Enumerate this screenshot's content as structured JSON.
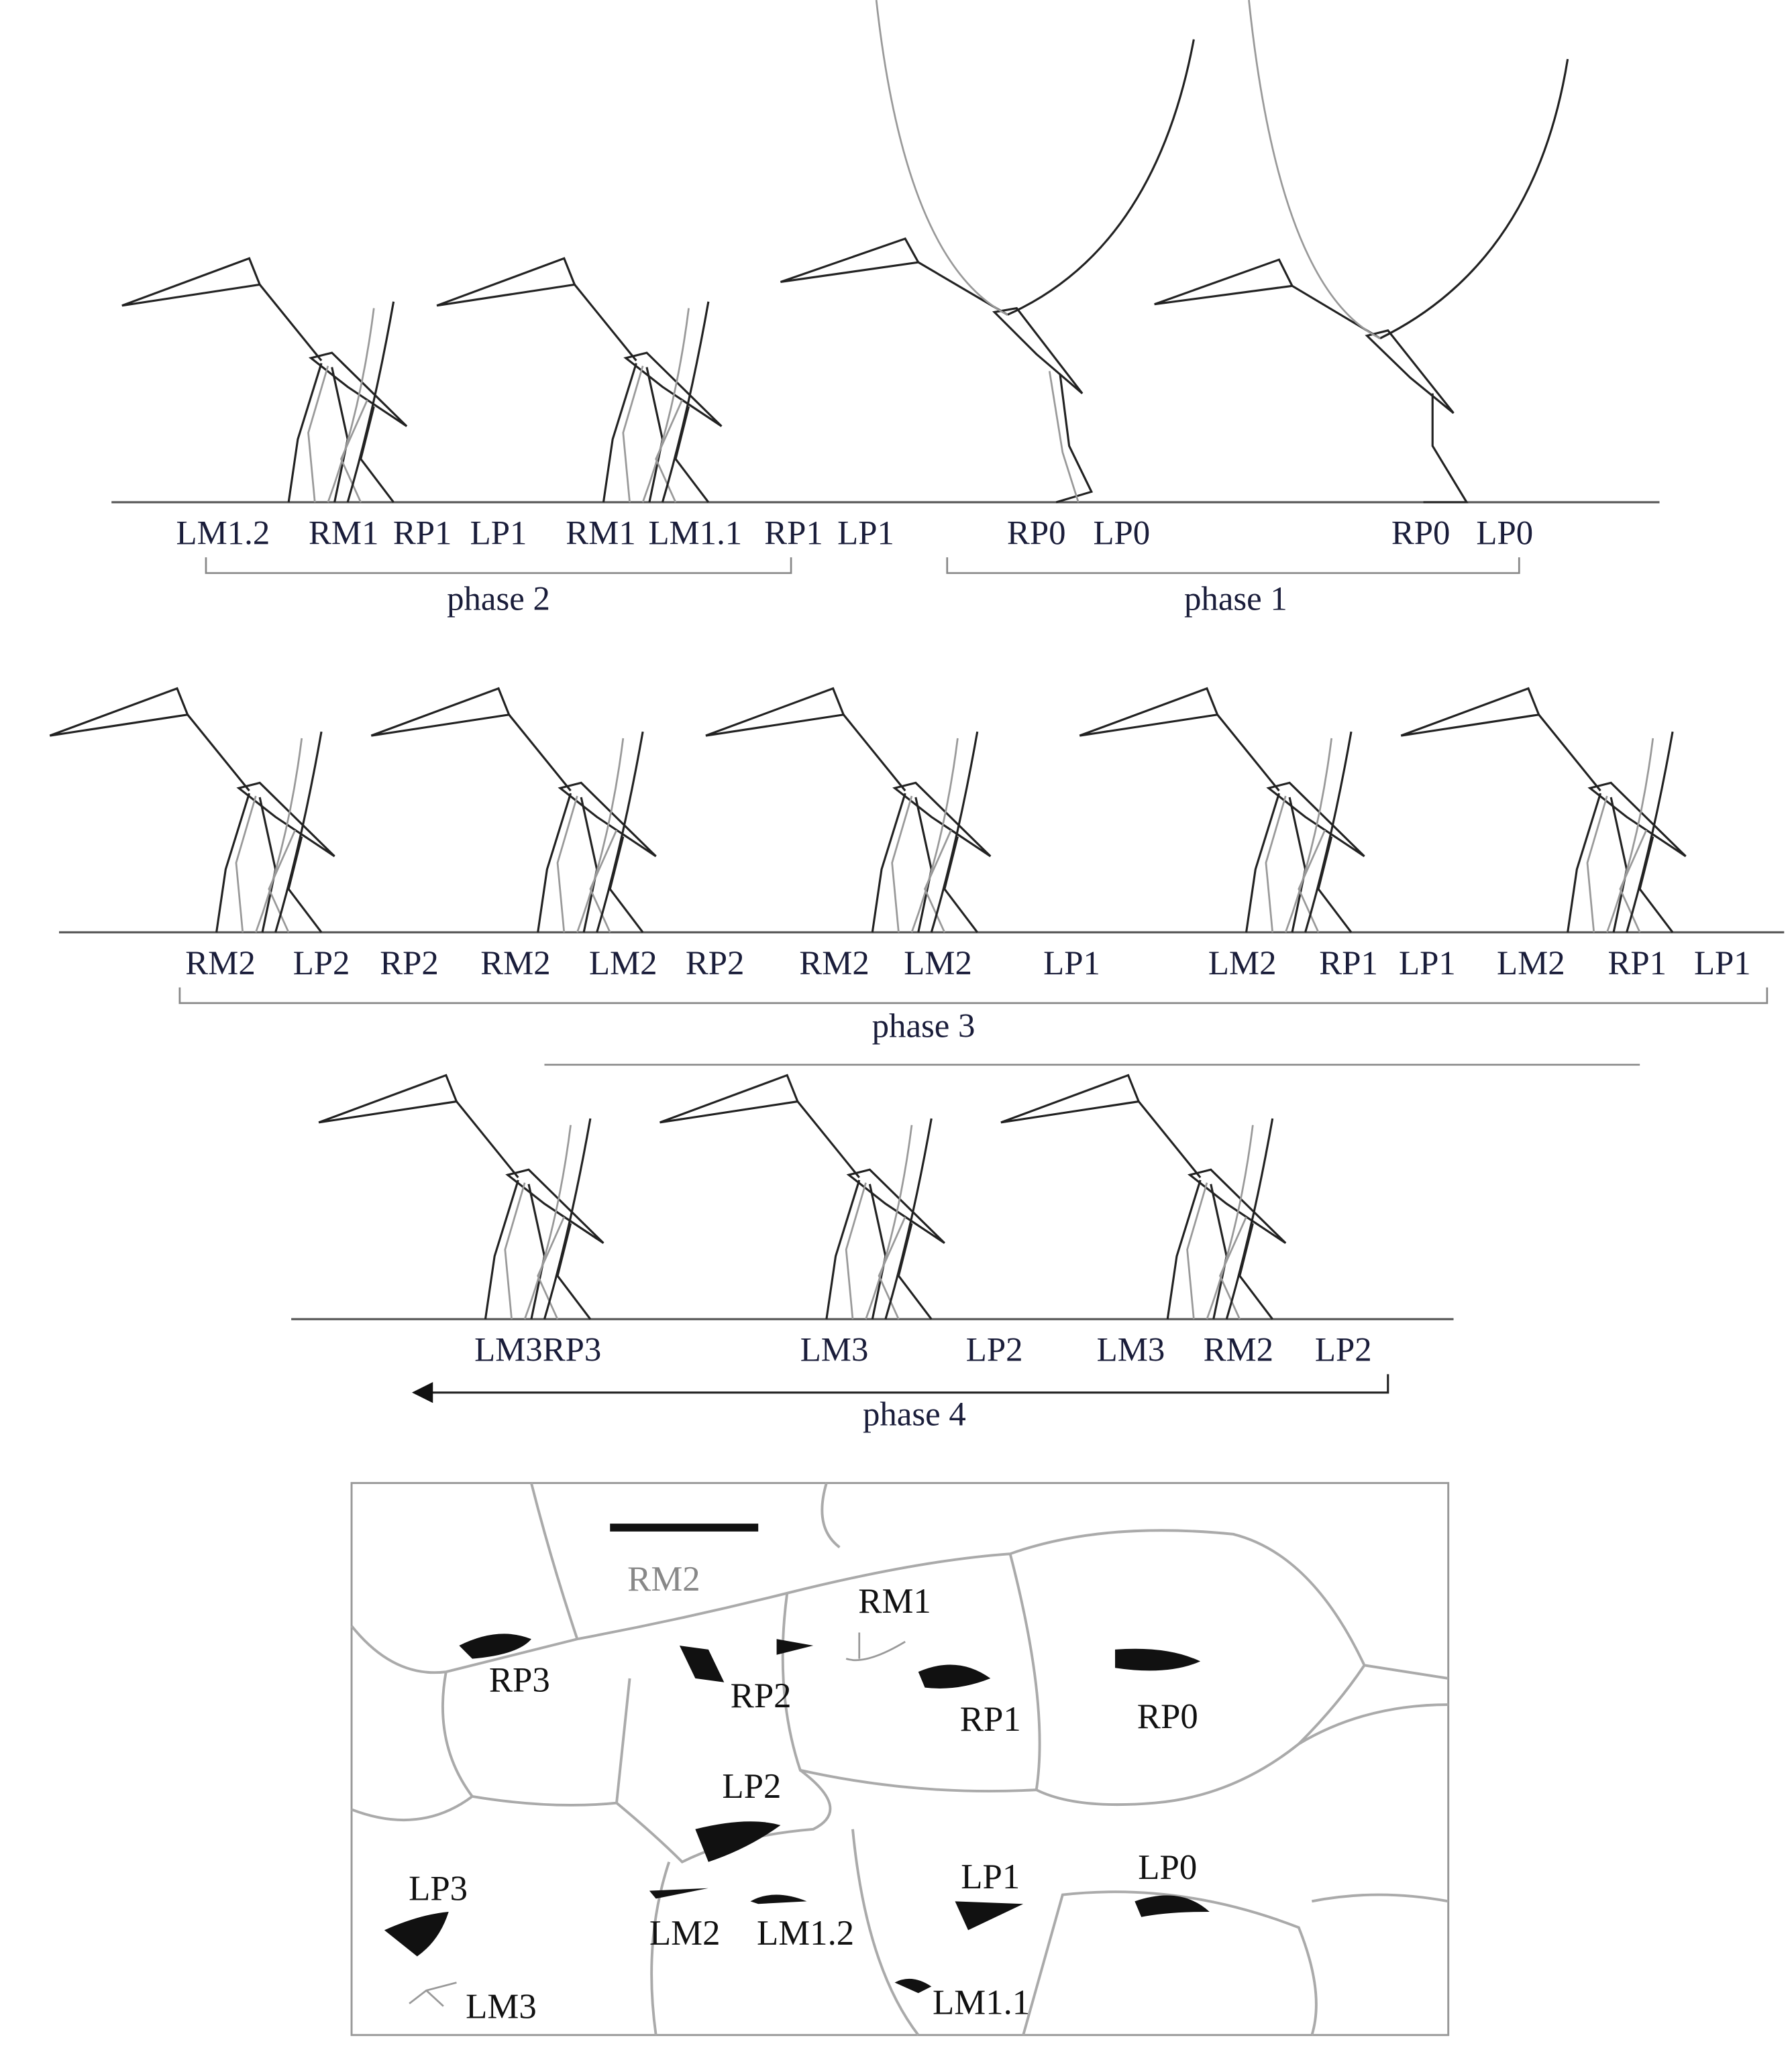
{
  "figure": {
    "row1": {
      "labels": [
        "LM1.2",
        "RM1",
        "RP1",
        "LP1",
        "RM1",
        "LM1.1",
        "RP1",
        "LP1",
        "RP0",
        "LP0",
        "RP0",
        "LP0"
      ],
      "phase_left": "phase 2",
      "phase_right": "phase 1"
    },
    "row2": {
      "labels": [
        "RM2",
        "LP2",
        "RP2",
        "RM2",
        "LM2",
        "RP2",
        "RM2",
        "LM2",
        "LP1",
        "LM2",
        "RP1",
        "LP1",
        "LM2",
        "RP1",
        "LP1"
      ],
      "phase": "phase 3"
    },
    "row3": {
      "labels": [
        "LM3RP3",
        "LM3",
        "LP2",
        "LM3",
        "RM2",
        "LP2"
      ],
      "phase": "phase 4"
    },
    "trackway": {
      "labels": {
        "RM2": "RM2",
        "RM1": "RM1",
        "RP3": "RP3",
        "RP2": "RP2",
        "RP1": "RP1",
        "RP0": "RP0",
        "LP2": "LP2",
        "LP3": "LP3",
        "LP1": "LP1",
        "LP0": "LP0",
        "LM2": "LM2",
        "LM1_2": "LM1.2",
        "LM3": "LM3",
        "LM1_1": "LM1.1"
      }
    }
  }
}
